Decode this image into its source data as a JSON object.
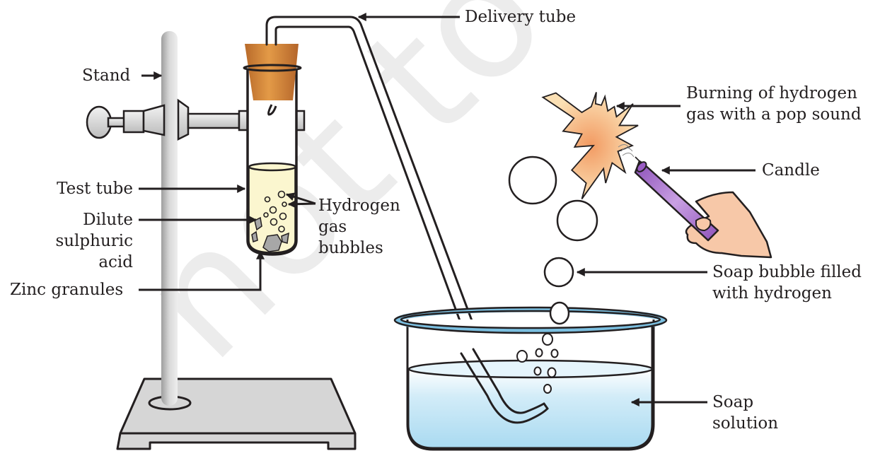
{
  "figure": {
    "title": "Hydrogen gas preparation and soap bubble test",
    "watermark": "not to be",
    "colors": {
      "outline": "#231f20",
      "stand_metal": "#cfcfcf",
      "cork": "#d68a3a",
      "acid": "#fbf6cf",
      "zinc": "#a7a7a7",
      "flame": "#f9c98f",
      "flame_core": "#f2a36a",
      "candle": "#a569c9",
      "hand": "#f7c8a8",
      "soap_solution": "#b5dff3",
      "watermark": "#e9e9e9"
    }
  },
  "labels": {
    "stand": "Stand",
    "test_tube": "Test tube",
    "dilute_acid": [
      "Dilute",
      "sulphuric",
      "acid"
    ],
    "zinc_granules": "Zinc granules",
    "hydrogen_bubbles": [
      "Hydrogen",
      "gas",
      "bubbles"
    ],
    "delivery_tube": "Delivery tube",
    "burning": [
      "Burning of hydrogen",
      "gas with a pop sound"
    ],
    "candle": "Candle",
    "soap_bubble": [
      "Soap bubble filled",
      "with hydrogen"
    ],
    "soap_solution": [
      "Soap",
      "solution"
    ]
  }
}
